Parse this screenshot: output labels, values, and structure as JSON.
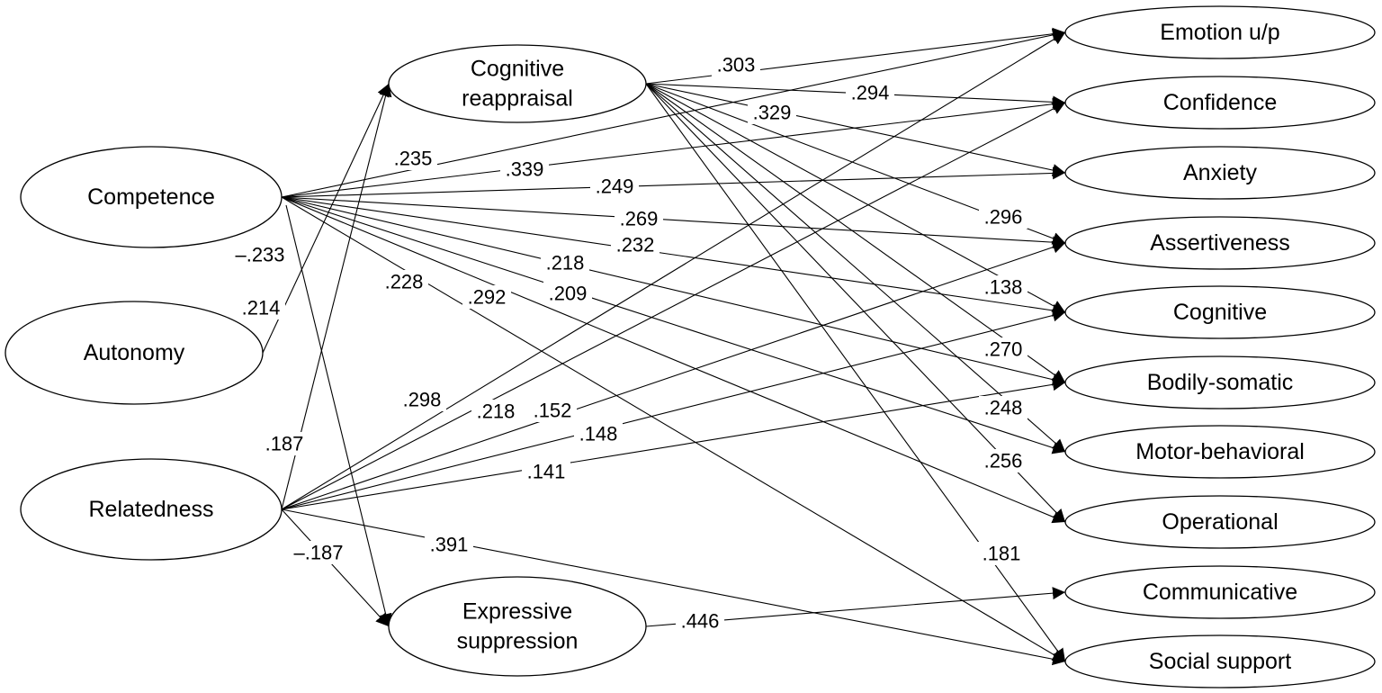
{
  "nodes": {
    "cognitive_reappraisal": [
      "Cognitive",
      "reappraisal"
    ],
    "expressive_suppression": [
      "Expressive",
      "suppression"
    ],
    "competence": [
      "Competence"
    ],
    "autonomy": [
      "Autonomy"
    ],
    "relatedness": [
      "Relatedness"
    ],
    "emotion_up": [
      "Emotion u/p"
    ],
    "confidence": [
      "Confidence"
    ],
    "anxiety": [
      "Anxiety"
    ],
    "assertiveness": [
      "Assertiveness"
    ],
    "cognitive": [
      "Cognitive"
    ],
    "bodily_somatic": [
      "Bodily-somatic"
    ],
    "motor_behavioral": [
      "Motor-behavioral"
    ],
    "operational": [
      "Operational"
    ],
    "communicative": [
      "Communicative"
    ],
    "social_support": [
      "Social support"
    ]
  },
  "edges": [
    {
      "from": "cognitive_reappraisal",
      "to": "emotion_up",
      "label": ".303"
    },
    {
      "from": "cognitive_reappraisal",
      "to": "confidence",
      "label": ".294"
    },
    {
      "from": "cognitive_reappraisal",
      "to": "anxiety",
      "label": ".329"
    },
    {
      "from": "cognitive_reappraisal",
      "to": "assertiveness",
      "label": ".296"
    },
    {
      "from": "cognitive_reappraisal",
      "to": "cognitive",
      "label": ".138"
    },
    {
      "from": "cognitive_reappraisal",
      "to": "bodily_somatic",
      "label": ".270"
    },
    {
      "from": "cognitive_reappraisal",
      "to": "motor_behavioral",
      "label": ".248"
    },
    {
      "from": "cognitive_reappraisal",
      "to": "operational",
      "label": ".256"
    },
    {
      "from": "cognitive_reappraisal",
      "to": "social_support",
      "label": ".181"
    },
    {
      "from": "competence",
      "to": "emotion_up",
      "label": ".235"
    },
    {
      "from": "competence",
      "to": "confidence",
      "label": ".339"
    },
    {
      "from": "competence",
      "to": "anxiety",
      "label": ".249"
    },
    {
      "from": "competence",
      "to": "assertiveness",
      "label": ".269"
    },
    {
      "from": "competence",
      "to": "cognitive",
      "label": ".232"
    },
    {
      "from": "competence",
      "to": "bodily_somatic",
      "label": ".218"
    },
    {
      "from": "competence",
      "to": "motor_behavioral",
      "label": ".209"
    },
    {
      "from": "competence",
      "to": "operational",
      "label": ".292"
    },
    {
      "from": "competence",
      "to": "social_support",
      "label": ".228"
    },
    {
      "from": "competence",
      "to": "expressive_suppression",
      "label": "–.233"
    },
    {
      "from": "autonomy",
      "to": "cognitive_reappraisal",
      "label": ".214"
    },
    {
      "from": "relatedness",
      "to": "cognitive_reappraisal",
      "label": ".187"
    },
    {
      "from": "relatedness",
      "to": "emotion_up",
      "label": ".298"
    },
    {
      "from": "relatedness",
      "to": "confidence",
      "label": ".218"
    },
    {
      "from": "relatedness",
      "to": "assertiveness",
      "label": ".152"
    },
    {
      "from": "relatedness",
      "to": "cognitive",
      "label": ".148"
    },
    {
      "from": "relatedness",
      "to": "bodily_somatic",
      "label": ".141"
    },
    {
      "from": "relatedness",
      "to": "social_support",
      "label": ".391"
    },
    {
      "from": "relatedness",
      "to": "expressive_suppression",
      "label": "–.187"
    },
    {
      "from": "expressive_suppression",
      "to": "communicative",
      "label": ".446"
    }
  ]
}
